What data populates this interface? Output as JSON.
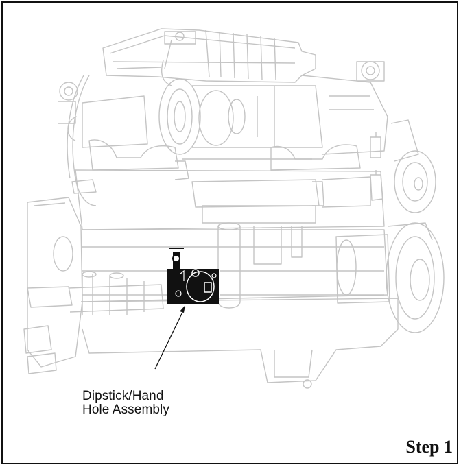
{
  "callout": {
    "line1": "Dipstick/Hand",
    "line2": "Hole Assembly"
  },
  "step_label": "Step 1",
  "colors": {
    "outline": "#c8c8c8",
    "highlight": "#111111",
    "frame": "#111111"
  },
  "icons": [
    "engine-illustration",
    "dipstick-hand-hole-assembly",
    "leader-line"
  ]
}
